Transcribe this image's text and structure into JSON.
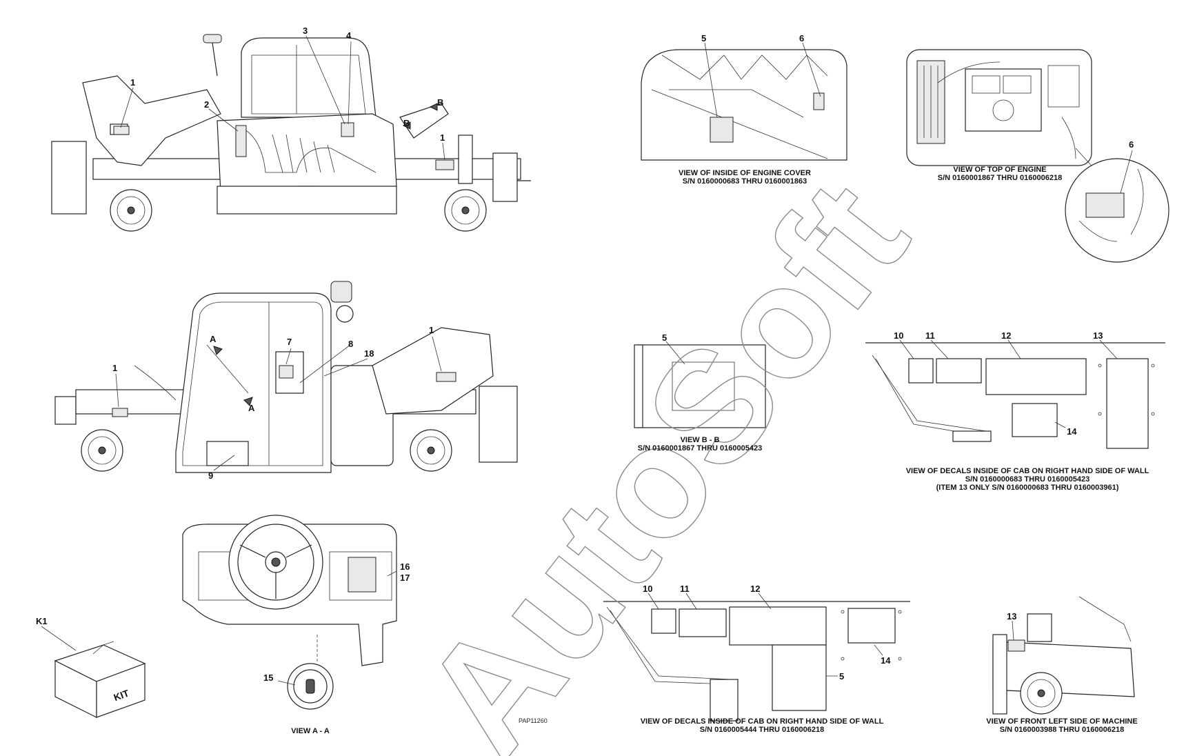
{
  "views": {
    "engine_cover": {
      "title": "VIEW OF INSIDE OF ENGINE COVER",
      "serial": "S/N 0160000683 THRU 0160001863"
    },
    "top_engine": {
      "title": "VIEW OF TOP OF ENGINE",
      "serial": "S/N 0160001867 THRU 0160006218"
    },
    "view_bb": {
      "title": "VIEW B - B",
      "serial": "S/N 0160001867 THRU 0160005423"
    },
    "cab_right_wall_1": {
      "title": "VIEW OF DECALS INSIDE OF CAB ON RIGHT HAND SIDE OF WALL",
      "serial": "S/N 0160000683 THRU 0160005423",
      "note": "(ITEM 13 ONLY S/N 0160000683 THRU 0160003961)"
    },
    "cab_right_wall_2": {
      "title": "VIEW OF DECALS INSIDE OF CAB ON RIGHT HAND SIDE OF WALL",
      "serial": "S/N 0160005444 THRU 0160006218"
    },
    "front_left": {
      "title": "VIEW OF FRONT LEFT SIDE OF MACHINE",
      "serial": "S/N 0160003988 THRU 0160006218"
    },
    "view_aa": {
      "title": "VIEW A - A"
    }
  },
  "drawing_ref": "PAP11260",
  "watermark": "AutoSoft",
  "kit_label": "KIT",
  "callouts": {
    "n1": "1",
    "n2": "2",
    "n3": "3",
    "n4": "4",
    "n5": "5",
    "n6": "6",
    "n7": "7",
    "n8": "8",
    "n9": "9",
    "n10": "10",
    "n11": "11",
    "n12": "12",
    "n13": "13",
    "n14": "14",
    "n15": "15",
    "n16": "16",
    "n17": "17",
    "n18": "18",
    "k1": "K1",
    "a": "A",
    "b": "B"
  }
}
